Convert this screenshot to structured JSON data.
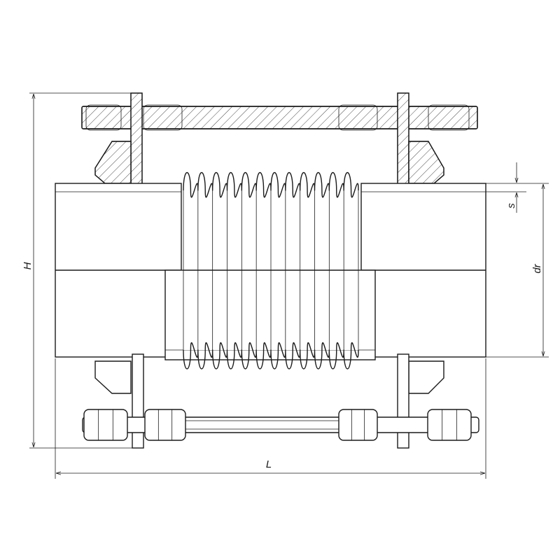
{
  "drawing": {
    "subject": "bellows-expansion-joint",
    "dimensions": {
      "height_label": "H",
      "length_label": "L",
      "wall_label": "s",
      "diameter_label": "dr"
    }
  }
}
